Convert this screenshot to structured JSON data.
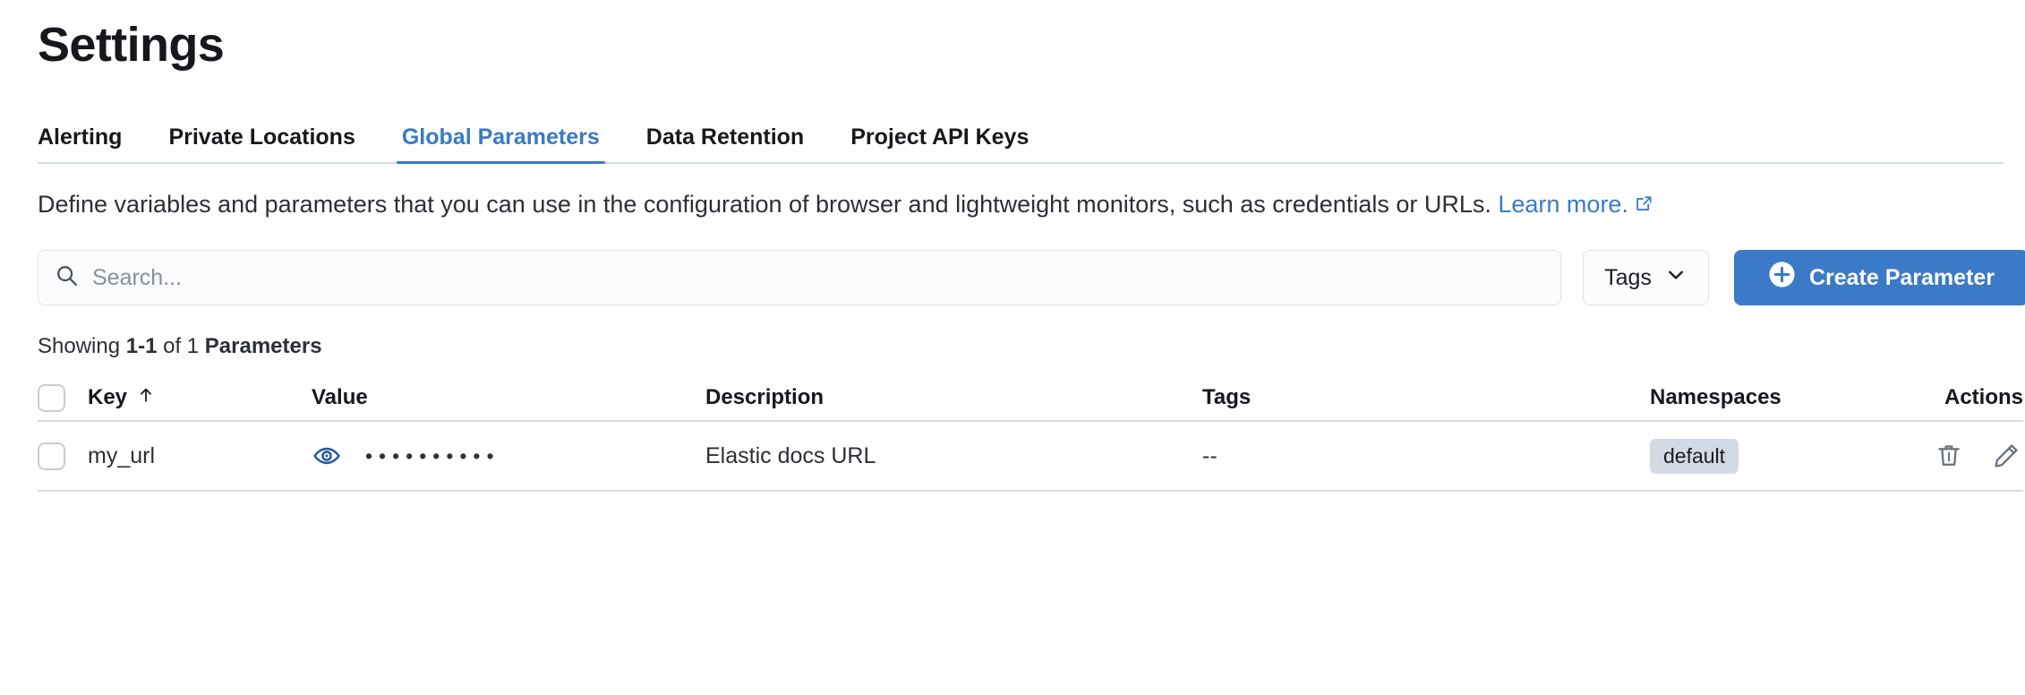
{
  "header": {
    "title": "Settings"
  },
  "tabs": [
    {
      "label": "Alerting",
      "active": false,
      "name": "tab-alerting"
    },
    {
      "label": "Private Locations",
      "active": false,
      "name": "tab-private-locations"
    },
    {
      "label": "Global Parameters",
      "active": true,
      "name": "tab-global-parameters"
    },
    {
      "label": "Data Retention",
      "active": false,
      "name": "tab-data-retention"
    },
    {
      "label": "Project API Keys",
      "active": false,
      "name": "tab-project-api-keys"
    }
  ],
  "description": {
    "text": "Define variables and parameters that you can use in the configuration of browser and lightweight monitors, such as credentials or URLs. ",
    "link_label": "Learn more.",
    "link_icon": "external-link-icon"
  },
  "controls": {
    "search": {
      "placeholder": "Search...",
      "value": "",
      "icon": "search-icon"
    },
    "tags_button": {
      "label": "Tags",
      "icon": "chevron-down-icon"
    },
    "create_button": {
      "label": "Create Parameter",
      "icon": "plus-circle-icon"
    }
  },
  "summary": {
    "prefix": "Showing ",
    "range": "1-1",
    "middle": " of 1 ",
    "entity": "Parameters"
  },
  "table": {
    "columns": [
      {
        "label": "Key",
        "name": "column-key",
        "sort_icon": "arrow-up-icon"
      },
      {
        "label": "Value",
        "name": "column-value"
      },
      {
        "label": "Description",
        "name": "column-description"
      },
      {
        "label": "Tags",
        "name": "column-tags"
      },
      {
        "label": "Namespaces",
        "name": "column-namespaces"
      },
      {
        "label": "Actions",
        "name": "column-actions"
      }
    ],
    "rows": [
      {
        "key": "my_url",
        "value_masked": "••••••••••",
        "value_icon": "eye-icon",
        "description": "Elastic docs URL",
        "tags": "--",
        "namespaces": "default",
        "actions": [
          "trash-icon",
          "pencil-icon"
        ]
      }
    ]
  },
  "colors": {
    "accent_blue": "#3a7ac7",
    "text_primary": "#16181d",
    "text_secondary": "#2c2f36",
    "border": "#d3dae6",
    "badge_bg": "#d3dae6",
    "eye_blue": "#255b9c"
  }
}
